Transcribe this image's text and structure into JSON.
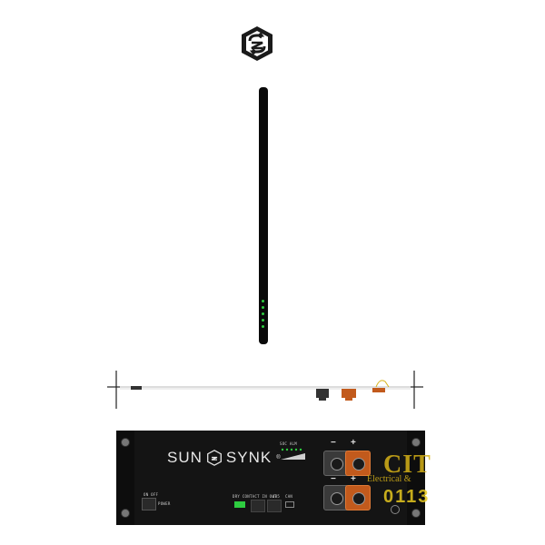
{
  "brand": {
    "left_text": "SUN",
    "right_text": "SYNK",
    "trademark": "®"
  },
  "panel_labels": {
    "on_off": "ON OFF",
    "power": "POWER",
    "soc_alm": "SOC ALM",
    "port_labels": "DRY CONTACT IN OUT",
    "port_485": "485",
    "port_can": "CAN"
  },
  "terminals": {
    "negative": "−",
    "positive": "+"
  },
  "watermark": {
    "line1": "CIT",
    "line2": "Electrical &",
    "line3": "0113"
  },
  "colors": {
    "unit_body": "#141414",
    "positive_terminal": "#c25a1c",
    "led_green": "#2ecc40",
    "watermark_gold": "#d6b218"
  },
  "icons": [
    "sunsynk-logo-icon"
  ]
}
